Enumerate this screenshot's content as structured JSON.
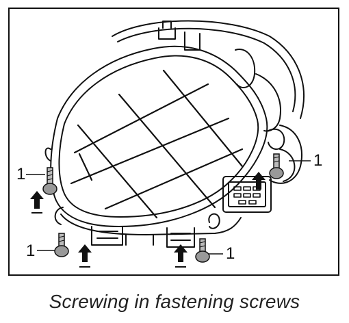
{
  "figure": {
    "callouts": [
      {
        "id": "left",
        "text": "1"
      },
      {
        "id": "right",
        "text": "1"
      },
      {
        "id": "bottom-left",
        "text": "1"
      },
      {
        "id": "bottom-right",
        "text": "1"
      }
    ]
  },
  "caption": "Screwing in fastening screws"
}
